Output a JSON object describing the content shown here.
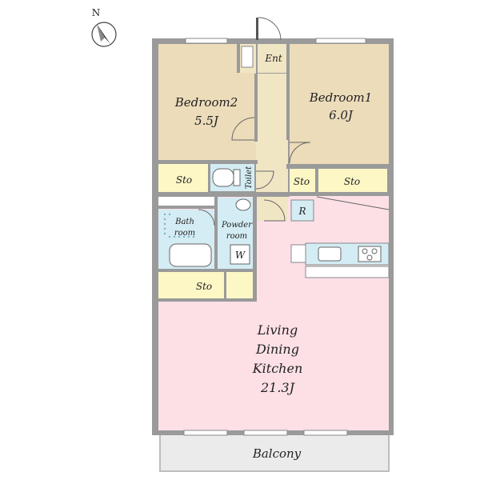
{
  "compass": {
    "label": "N",
    "icon": "north-arrow-icon"
  },
  "rooms": {
    "entrance": {
      "name": "Ent"
    },
    "bedroom1": {
      "name": "Bedroom1",
      "size": "6.0J"
    },
    "bedroom2": {
      "name": "Bedroom2",
      "size": "5.5J"
    },
    "storage_bed2": {
      "name": "Sto"
    },
    "storage_hall": {
      "name": "Sto"
    },
    "storage_bed1": {
      "name": "Sto"
    },
    "storage_lower": {
      "name": "Sto"
    },
    "toilet": {
      "name": "Toilet"
    },
    "bathroom": {
      "line1": "Bath",
      "line2": "room"
    },
    "powder_room": {
      "line1": "Powder",
      "line2": "room"
    },
    "washer": {
      "name": "W"
    },
    "refrigerator": {
      "name": "R"
    },
    "ldk": {
      "line1": "Living",
      "line2": "Dining",
      "line3": "Kitchen",
      "size": "21.3J"
    },
    "balcony": {
      "name": "Balcony"
    }
  },
  "colors": {
    "wall": "#9a9a9a",
    "bedroom_floor": "#ecdcba",
    "hall_floor": "#f1e6c4",
    "ldk_floor": "#fce0e6",
    "storage": "#fdf7c6",
    "wet_area": "#d4ecf4",
    "balcony": "#ebebeb"
  }
}
